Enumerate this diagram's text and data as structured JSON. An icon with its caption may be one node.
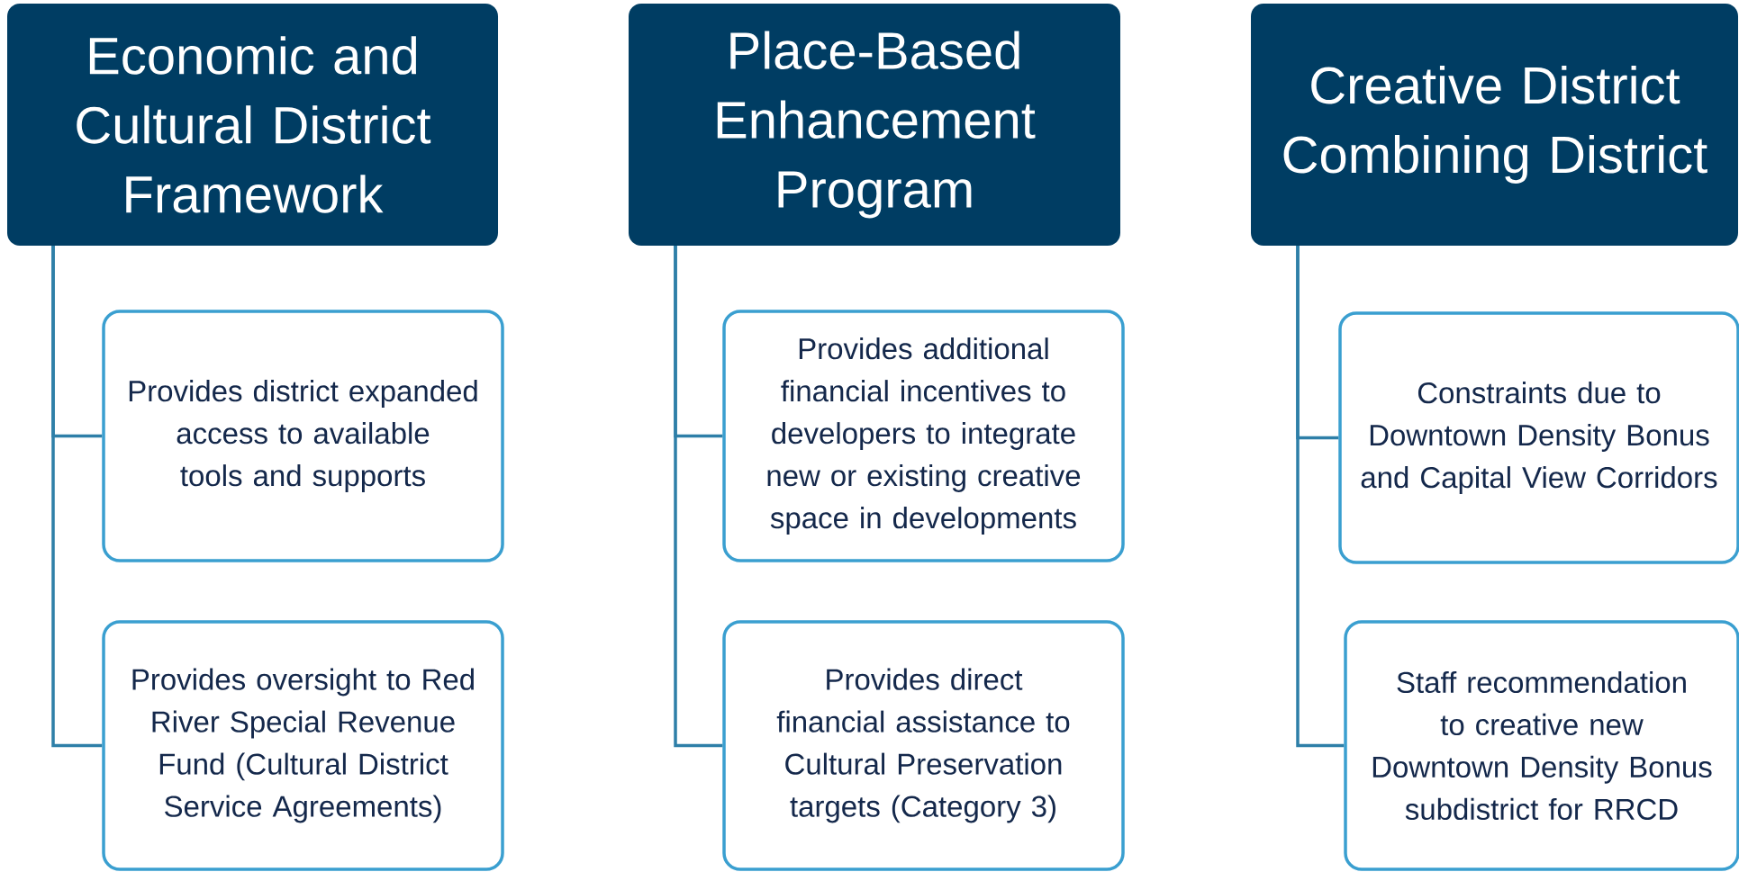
{
  "diagram": {
    "nodes": [
      {
        "text": [
          "Economic and Cultural District Framework"
        ]
      },
      {
        "text": [
          "Provides district expanded access to available tools and supports"
        ]
      },
      {
        "text": [
          "Provides oversight to Red River Special Revenue Fund (Cultural District Service Agreements)"
        ]
      },
      {
        "text": [
          "Place-Based Enhancement Program"
        ]
      },
      {
        "text": [
          "Provides additional financial incentives to developers to integrate new or existing creative space in developments"
        ]
      },
      {
        "text": [
          "Provides direct financial assistance to Cultural Preservation targets (Category 3)"
        ]
      },
      {
        "text": [
          "Creative District Combining District"
        ]
      },
      {
        "text": [
          "Constraints due to Downtown Density Bonus and Capital View Corridors"
        ]
      },
      {
        "text": [
          "Staff recommendation to creative new Downtown Density Bonus subdistrict for RRCD"
        ]
      }
    ],
    "edges": [
      {
        "from": 0,
        "to": 1,
        "arrow": "none"
      },
      {
        "from": 0,
        "to": 2,
        "arrow": "none"
      },
      {
        "from": 3,
        "to": 4,
        "arrow": "none"
      },
      {
        "from": 3,
        "to": 5,
        "arrow": "none"
      },
      {
        "from": 6,
        "to": 7,
        "arrow": "none"
      },
      {
        "from": 6,
        "to": 8,
        "arrow": "none"
      }
    ]
  }
}
